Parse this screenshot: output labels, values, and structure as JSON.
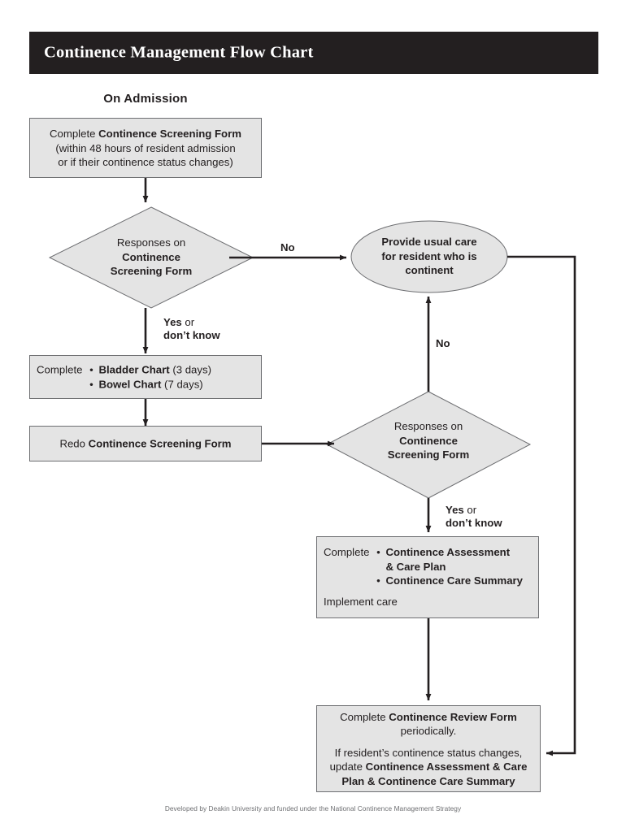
{
  "document": {
    "title": "Continence Management Flow Chart",
    "footer_credit": "Developed by Deakin University and funded under the National Continence Management Strategy"
  },
  "colors": {
    "title_bar_bg": "#231f20",
    "title_text": "#ffffff",
    "node_fill": "#e4e4e4",
    "node_stroke": "#6d6e71",
    "connector": "#231f20",
    "footer_text": "#6d6e71"
  },
  "labels": {
    "on_admission": "On Admission"
  },
  "nodes": {
    "screening_form_box": {
      "shape": "rectangle",
      "line1_lead": "Complete ",
      "line1_bold": "Continence Screening Form",
      "line2": "(within 48 hours of resident admission",
      "line3": "or if their continence status changes)"
    },
    "decision_one": {
      "shape": "diamond",
      "line1": "Responses on",
      "line2_bold": "Continence",
      "line3_bold": "Screening Form"
    },
    "usual_care_ellipse": {
      "shape": "ellipse",
      "line1": "Provide usual care",
      "line2": "for resident who is",
      "line3": "continent"
    },
    "charts_box": {
      "shape": "rectangle",
      "lead": "Complete",
      "bullet": "•",
      "items": [
        {
          "bold": "Bladder Chart",
          "regular": " (3 days)"
        },
        {
          "bold": "Bowel Chart",
          "regular": " (7 days)"
        }
      ]
    },
    "redo_box": {
      "shape": "rectangle",
      "lead": "Redo ",
      "bold": "Continence Screening Form"
    },
    "decision_two": {
      "shape": "diamond",
      "line1": "Responses on",
      "line2_bold": "Continence",
      "line3_bold": "Screening Form"
    },
    "assessment_box": {
      "shape": "rectangle",
      "lead": "Complete",
      "bullet": "•",
      "items": [
        {
          "bold_line1": "Continence Assessment",
          "bold_line2": "& Care Plan"
        },
        {
          "bold_line1": "Continence Care Summary",
          "bold_line2": ""
        }
      ],
      "footer_line": "Implement care"
    },
    "review_box": {
      "shape": "rectangle",
      "p1_lead": "Complete ",
      "p1_bold": "Continence Review Form",
      "p1_tail": "periodically.",
      "p2_line1": "If resident’s continence status changes,",
      "p2_line2_lead": "update ",
      "p2_line2_bold": "Continence Assessment & Care",
      "p2_line3_bold": "Plan & Continence Care Summary"
    }
  },
  "edges": [
    {
      "id": "edge-admission-to-decision1",
      "label": ""
    },
    {
      "id": "edge-decision1-no",
      "label": "No"
    },
    {
      "id": "edge-decision1-yes",
      "label_bold": "Yes",
      "label_reg": " or",
      "label_line2": "don’t know"
    },
    {
      "id": "edge-charts-to-redo",
      "label": ""
    },
    {
      "id": "edge-redo-to-decision2",
      "label": ""
    },
    {
      "id": "edge-decision2-no",
      "label": "No"
    },
    {
      "id": "edge-decision2-yes",
      "label_bold": "Yes",
      "label_reg": " or",
      "label_line2": "don’t know"
    },
    {
      "id": "edge-assessment-to-review",
      "label": ""
    },
    {
      "id": "edge-ellipse-to-review",
      "label": ""
    }
  ]
}
